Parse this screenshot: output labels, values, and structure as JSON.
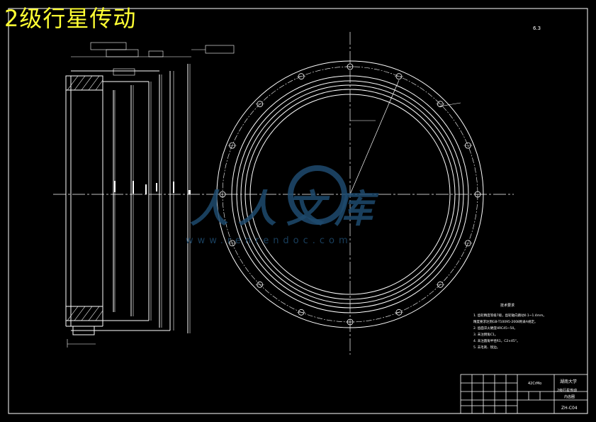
{
  "overlay_title": "2级行星传动",
  "watermark": {
    "text": "人人文库",
    "url": "www.renrendoc.com"
  },
  "drawing": {
    "roughness_mark": "6.3",
    "notes_heading": "技术要求",
    "notes": [
      "1. 齿轮精度等级7级，齿轮轴向跳动0.1~1.4mm。",
      "   精度要求达到GB-T10095-2008附录A规定。",
      "2. 齿面淬火硬度HRC45~50。",
      "3. 未注倒角C1。",
      "4. 未注圆角半径R1，C2×45°。",
      "5. 去毛刺、锐边。"
    ]
  },
  "title_block": {
    "school": "湖南大学",
    "part_name_line1": "2级行星传动",
    "part_name_line2": "内齿圈",
    "drawing_no": "ZH-C04",
    "material": "42CrMo"
  }
}
